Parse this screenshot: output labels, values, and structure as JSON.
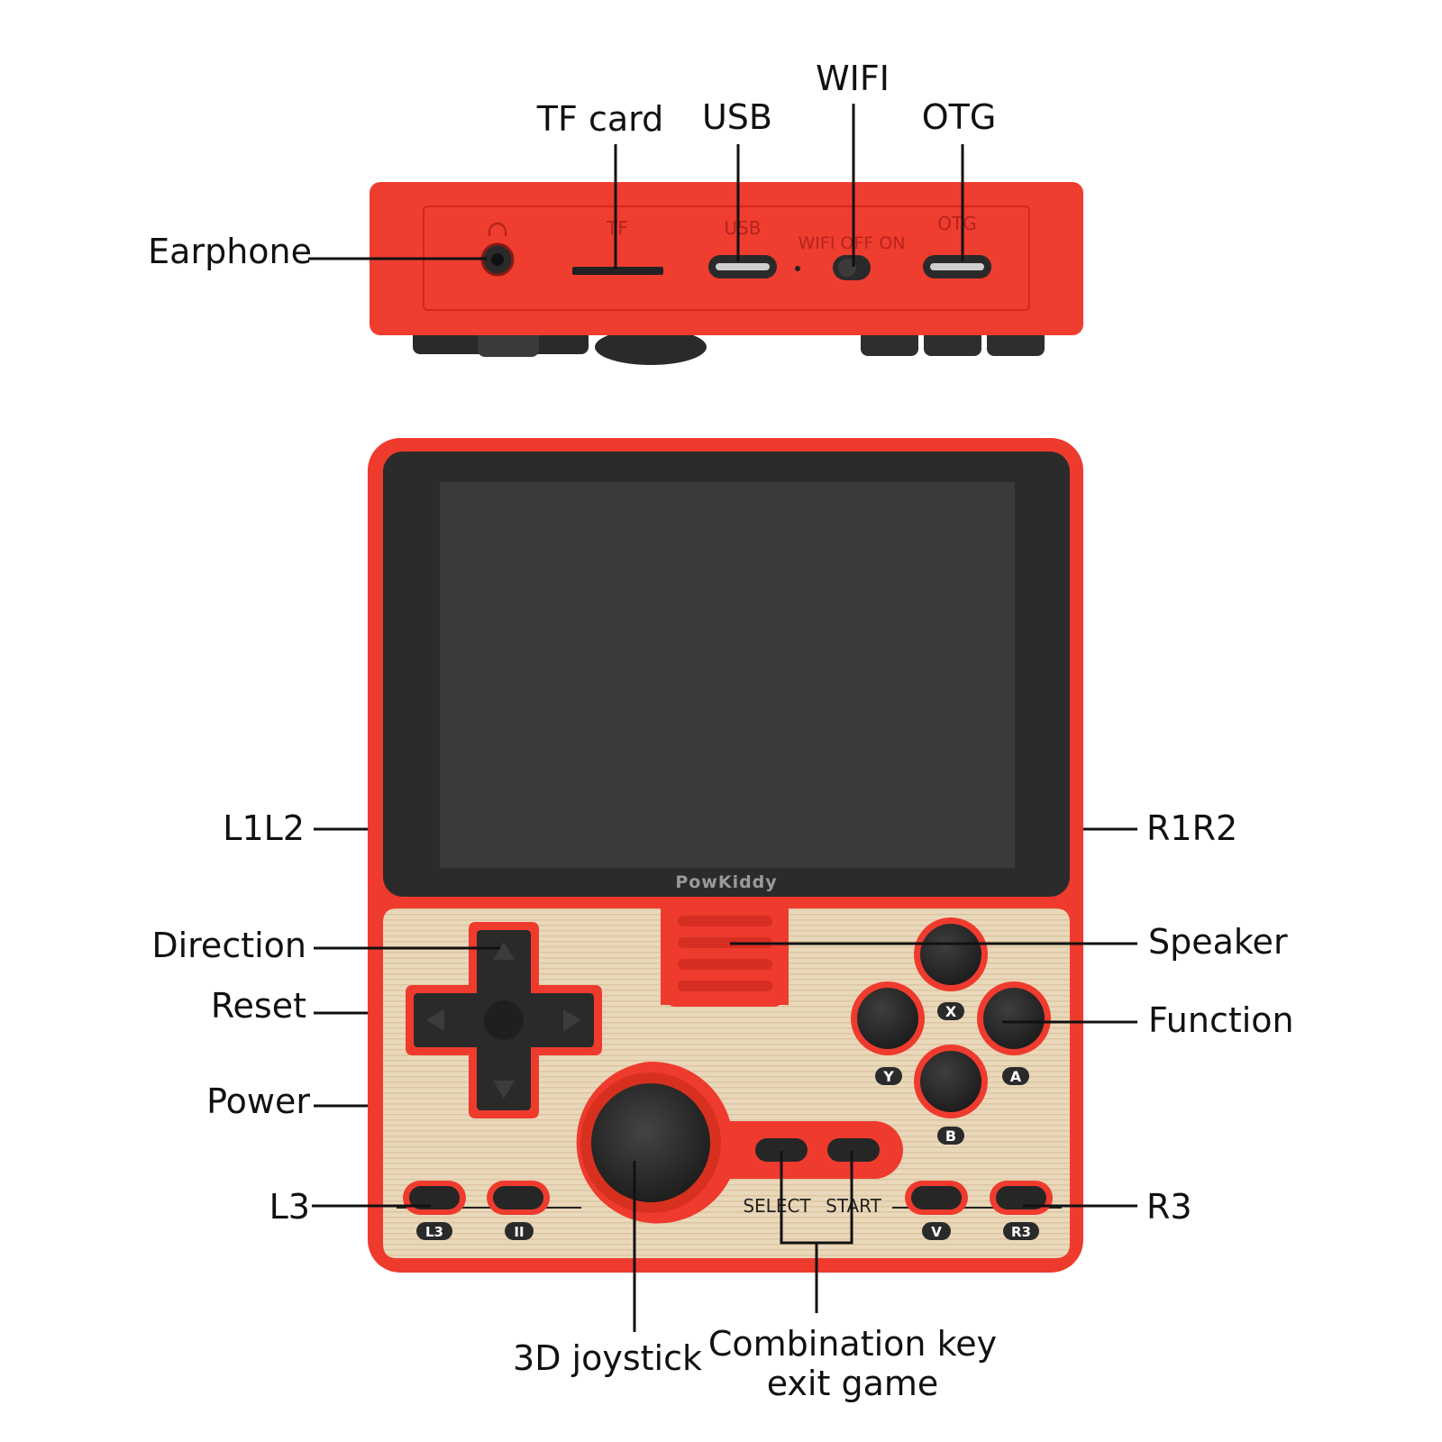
{
  "colors": {
    "body_red": "#ee3b2e",
    "body_red_light": "#f35a4d",
    "engraving": "#b5241c",
    "screen_bezel": "#2b2b2b",
    "screen": "#3a3a3a",
    "panel_gold": "#e9d6b8",
    "button_dark": "#262626",
    "callout_line": "#111111"
  },
  "callouts": {
    "earphone": "Earphone",
    "tf_card": "TF card",
    "usb": "USB",
    "wifi": "WIFI",
    "otg": "OTG",
    "l1l2": "L1L2",
    "r1r2": "R1R2",
    "direction": "Direction",
    "speaker": "Speaker",
    "reset": "Reset",
    "function": "Function",
    "power": "Power",
    "l3": "L3",
    "r3": "R3",
    "joystick": "3D joystick",
    "combination_line1": "Combination key",
    "combination_line2": "exit game"
  },
  "device_top": {
    "tf": "TF",
    "usb": "USB",
    "wifi_switch": "WIFI OFF ON",
    "otg": "OTG"
  },
  "device_front": {
    "brand": "PowKiddy",
    "select": "SELECT",
    "start": "START",
    "face_buttons": {
      "x": "X",
      "y": "Y",
      "a": "A",
      "b": "B"
    },
    "bottom_buttons": {
      "l3": "L3",
      "pause": "II",
      "v": "V",
      "r3": "R3"
    }
  }
}
